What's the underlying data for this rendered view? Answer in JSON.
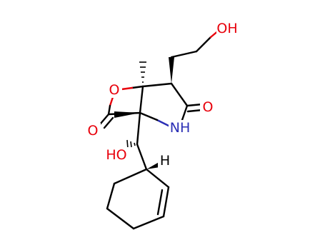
{
  "molecule": {
    "atom_labels": {
      "hydroxyl_top": "OH",
      "ring_oxygen": "O",
      "lactone_carbonyl_oxygen": "O",
      "lactam_carbonyl_oxygen": "O",
      "amide_nh": "NH",
      "hydroxyl_side": "HO",
      "stereo_hydrogen": "H"
    },
    "colors": {
      "bond": "#000000",
      "oxygen": "#e8000b",
      "nitrogen": "#2b2fb5",
      "hydrogen": "#000000",
      "background": "#ffffff"
    }
  }
}
